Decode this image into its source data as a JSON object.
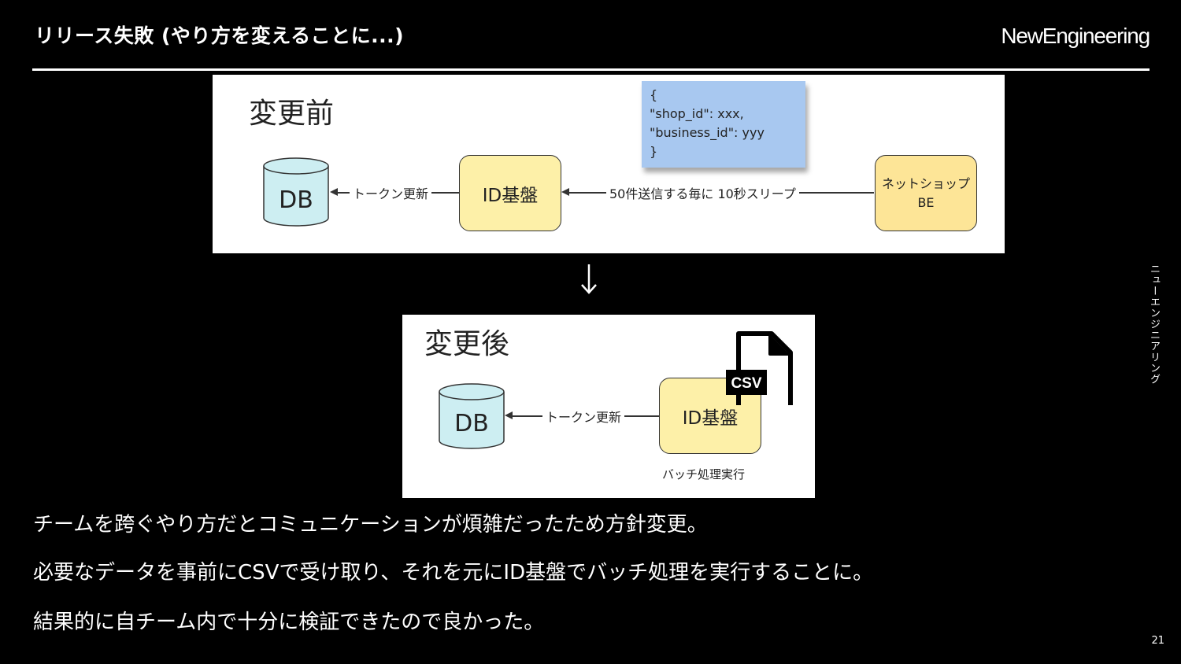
{
  "header": {
    "title": "リリース失敗 (やり方を変えることに...)",
    "brand": "NewEngineering"
  },
  "side_label": "ニューエンジニアリング",
  "page_number": "21",
  "before": {
    "heading": "変更前",
    "db_label": "DB",
    "id_box": "ID基盤",
    "shop_box_line1": "ネットショップ",
    "shop_box_line2": "BE",
    "edge_token": "トークン更新",
    "edge_send": "50件送信する毎に 10秒スリープ",
    "sticky_lines": [
      "{",
      "\"shop_id\": xxx,",
      "\"business_id\": yyy",
      "}"
    ]
  },
  "after": {
    "heading": "変更後",
    "db_label": "DB",
    "id_box": "ID基盤",
    "edge_token": "トークン更新",
    "csv_label": "CSV",
    "batch_label": "バッチ処理実行"
  },
  "body_lines": [
    "チームを跨ぐやり方だとコミュニケーションが煩雑だったため方針変更。",
    "必要なデータを事前にCSVで受け取り、それを元にID基盤でバッチ処理を実行することに。",
    "結果的に自チーム内で十分に検証できたので良かった。"
  ],
  "colors": {
    "background": "#000000",
    "db_fill": "#cdeef2",
    "box_fill": "#fdf0a8",
    "sticky_fill": "#a8c8f0"
  },
  "icons": [
    "down-arrow-icon",
    "database-icon",
    "csv-file-icon"
  ]
}
